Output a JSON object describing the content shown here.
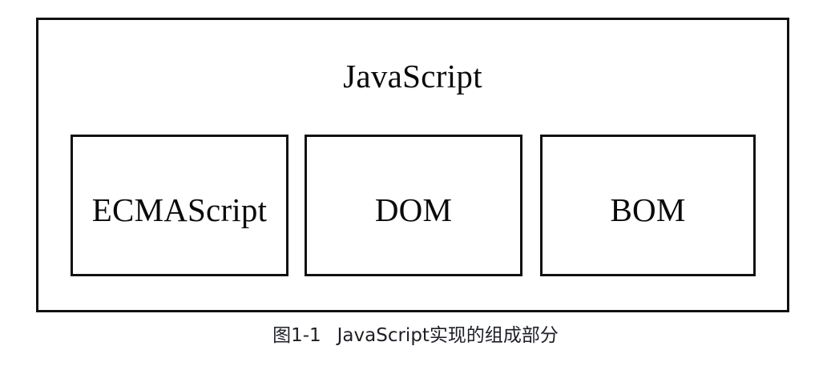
{
  "figure": {
    "outer_box": {
      "title": "JavaScript"
    },
    "components": [
      {
        "label": "ECMAScript"
      },
      {
        "label": "DOM"
      },
      {
        "label": "BOM"
      }
    ],
    "caption": {
      "number": "图1-1",
      "text": "JavaScript实现的组成部分",
      "full": "图1-1　JavaScript实现的组成部分"
    }
  },
  "colors": {
    "background": "#ffffff",
    "border": "#111111",
    "heading_text": "#0a0a0a",
    "caption_text": "#1c1f26"
  }
}
